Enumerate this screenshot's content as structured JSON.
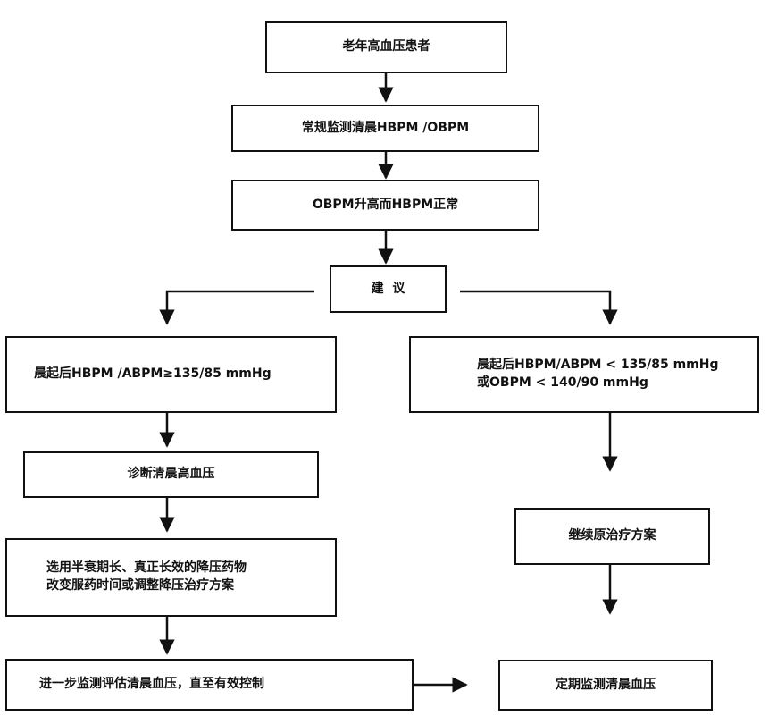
{
  "nodes": {
    "patients": "老年高血压患者",
    "monitoring": "常规监测清晨HBPM /OBPM",
    "obpm_high": "OBPM升高而HBPM正常",
    "advice": "建  议",
    "left_cond": "晨起后HBPM /ABPM≥135/85 mmHg",
    "right_cond_line1": "晨起后HBPM/ABPM < 135/85 mmHg",
    "right_cond_line2": "或OBPM < 140/90 mmHg",
    "diagnosis": "诊断清晨高血压",
    "drugs_line1": "选用半衰期长、真正长效的降压药物",
    "drugs_line2": "改变服药时间或调整降压治疗方案",
    "continue": "继续原治疗方案",
    "further_monitor": "进一步监测评估清晨血压，直至有效控制",
    "regular_monitor": "定期监测清晨血压"
  }
}
